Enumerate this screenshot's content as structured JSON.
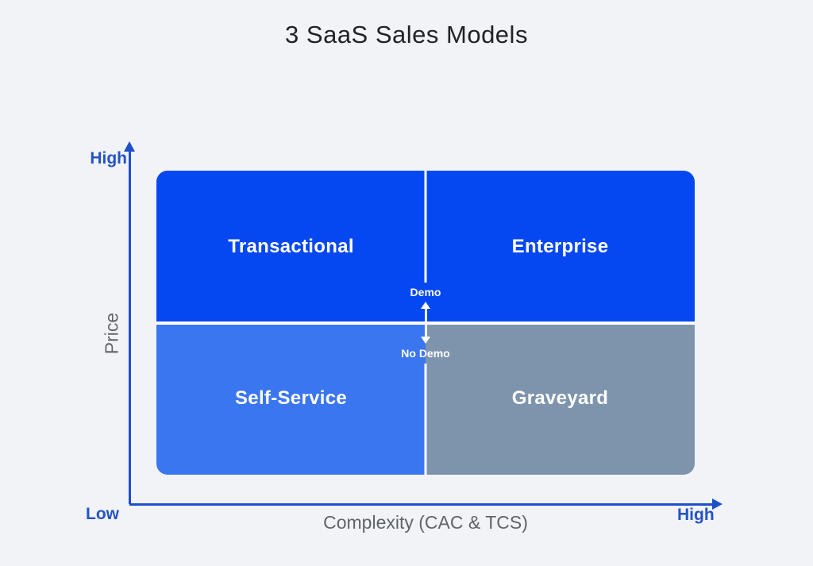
{
  "title": "3 SaaS Sales Models",
  "matrix": {
    "quadrants": [
      {
        "position": "top-left",
        "label": "Transactional",
        "color": "#0548f2"
      },
      {
        "position": "top-right",
        "label": "Enterprise",
        "color": "#0548f2"
      },
      {
        "position": "bottom-left",
        "label": "Self-Service",
        "color": "#3b76f1"
      },
      {
        "position": "bottom-right",
        "label": "Graveyard",
        "color": "#7e94ad"
      }
    ],
    "center_divider": {
      "above_label": "Demo",
      "below_label": "No Demo",
      "arrow": "double-headed-vertical"
    }
  },
  "axes": {
    "y": {
      "title": "Price",
      "high_label": "High"
    },
    "x": {
      "title": "Complexity (CAC & TCS)",
      "high_label": "High"
    },
    "origin_label": "Low"
  },
  "colors": {
    "background": "#f1f3f7",
    "quadrant_primary_blue": "#0548f2",
    "quadrant_light_blue": "#3b76f1",
    "quadrant_gray": "#7e94ad",
    "axis_blue": "#1d4fc9",
    "axis_label_blue": "#2453c6",
    "muted_label_gray": "#5f6468",
    "title_text": "#212226",
    "divider_white": "#ffffff"
  }
}
